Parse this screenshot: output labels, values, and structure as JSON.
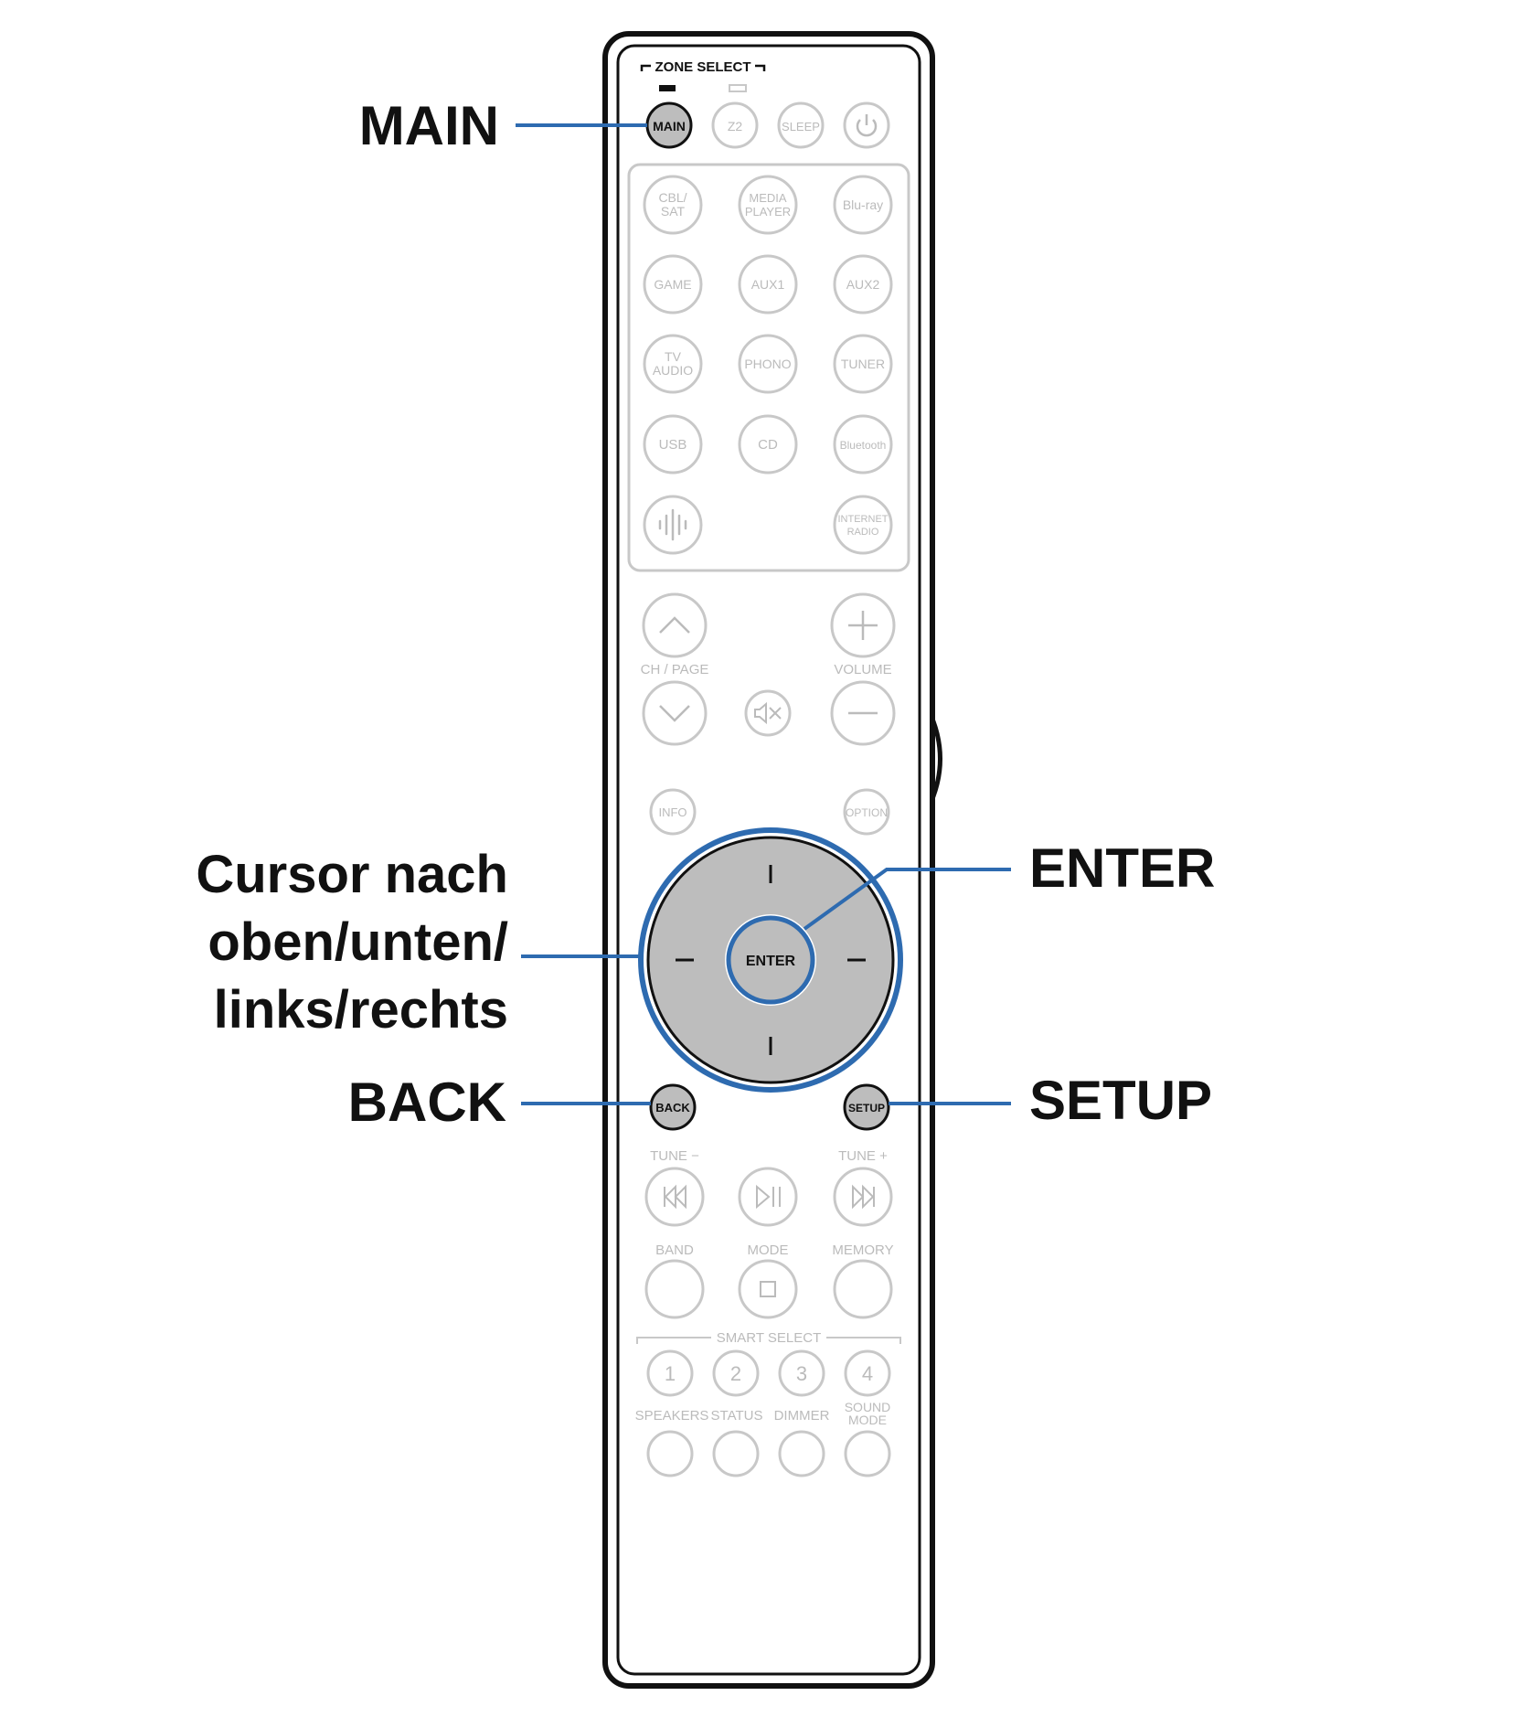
{
  "callouts": {
    "main": "MAIN",
    "cursor_line1": "Cursor nach",
    "cursor_line2": "oben/unten/",
    "cursor_line3": "links/rechts",
    "back": "BACK",
    "enter": "ENTER",
    "setup": "SETUP"
  },
  "remote": {
    "zone_select_label": "ZONE SELECT",
    "top_buttons": [
      "MAIN",
      "Z2",
      "SLEEP"
    ],
    "source_buttons": {
      "cbl_sat": [
        "CBL/",
        "SAT"
      ],
      "media_player": [
        "MEDIA",
        "PLAYER"
      ],
      "bluray": "Blu-ray",
      "game": "GAME",
      "aux1": "AUX1",
      "aux2": "AUX2",
      "tv_audio": [
        "TV",
        "AUDIO"
      ],
      "phono": "PHONO",
      "tuner": "TUNER",
      "usb": "USB",
      "cd": "CD",
      "bluetooth": "Bluetooth",
      "internet_radio": [
        "INTERNET",
        "RADIO"
      ]
    },
    "ch_page_label": "CH / PAGE",
    "volume_label": "VOLUME",
    "info_label": "INFO",
    "option_label": "OPTION",
    "enter_label": "ENTER",
    "back_label": "BACK",
    "setup_label": "SETUP",
    "tune_minus_label": "TUNE −",
    "tune_plus_label": "TUNE +",
    "band_label": "BAND",
    "mode_label": "MODE",
    "memory_label": "MEMORY",
    "smart_select_label": "SMART SELECT",
    "smart_numbers": [
      "1",
      "2",
      "3",
      "4"
    ],
    "speakers_label": "SPEAKERS",
    "status_label": "STATUS",
    "dimmer_label": "DIMMER",
    "sound_mode_label": [
      "SOUND",
      "MODE"
    ]
  },
  "colors": {
    "accent_blue": "#2e6bb0",
    "outline_black": "#111111",
    "button_gray": "#bdbdbd",
    "faint_gray": "#c8c8c8"
  }
}
